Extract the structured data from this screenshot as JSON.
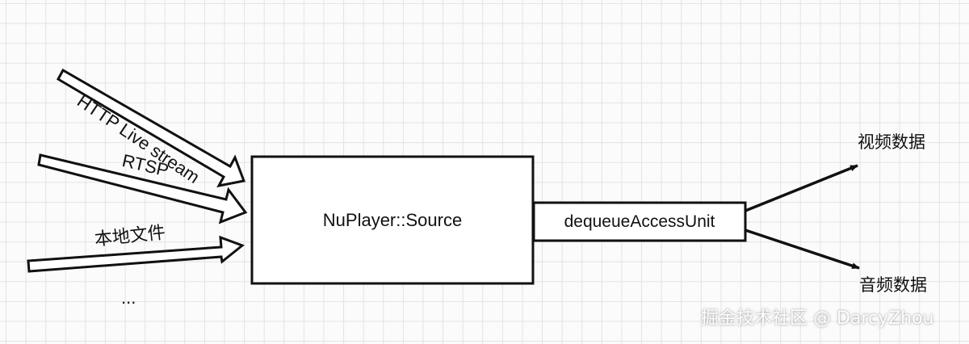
{
  "inputs": {
    "http": "HTTP Live stream",
    "rtsp": "RTSP",
    "local": "本地文件",
    "more": "..."
  },
  "source_box": {
    "label": "NuPlayer::Source"
  },
  "dequeue_box": {
    "label": "dequeueAccessUnit"
  },
  "outputs": {
    "video": "视频数据",
    "audio": "音频数据"
  },
  "watermark": "掘金技术社区 @ DarcyZhou",
  "colors": {
    "stroke": "#111111",
    "grid": "#e3e3e3",
    "background": "#fbfbfb"
  }
}
